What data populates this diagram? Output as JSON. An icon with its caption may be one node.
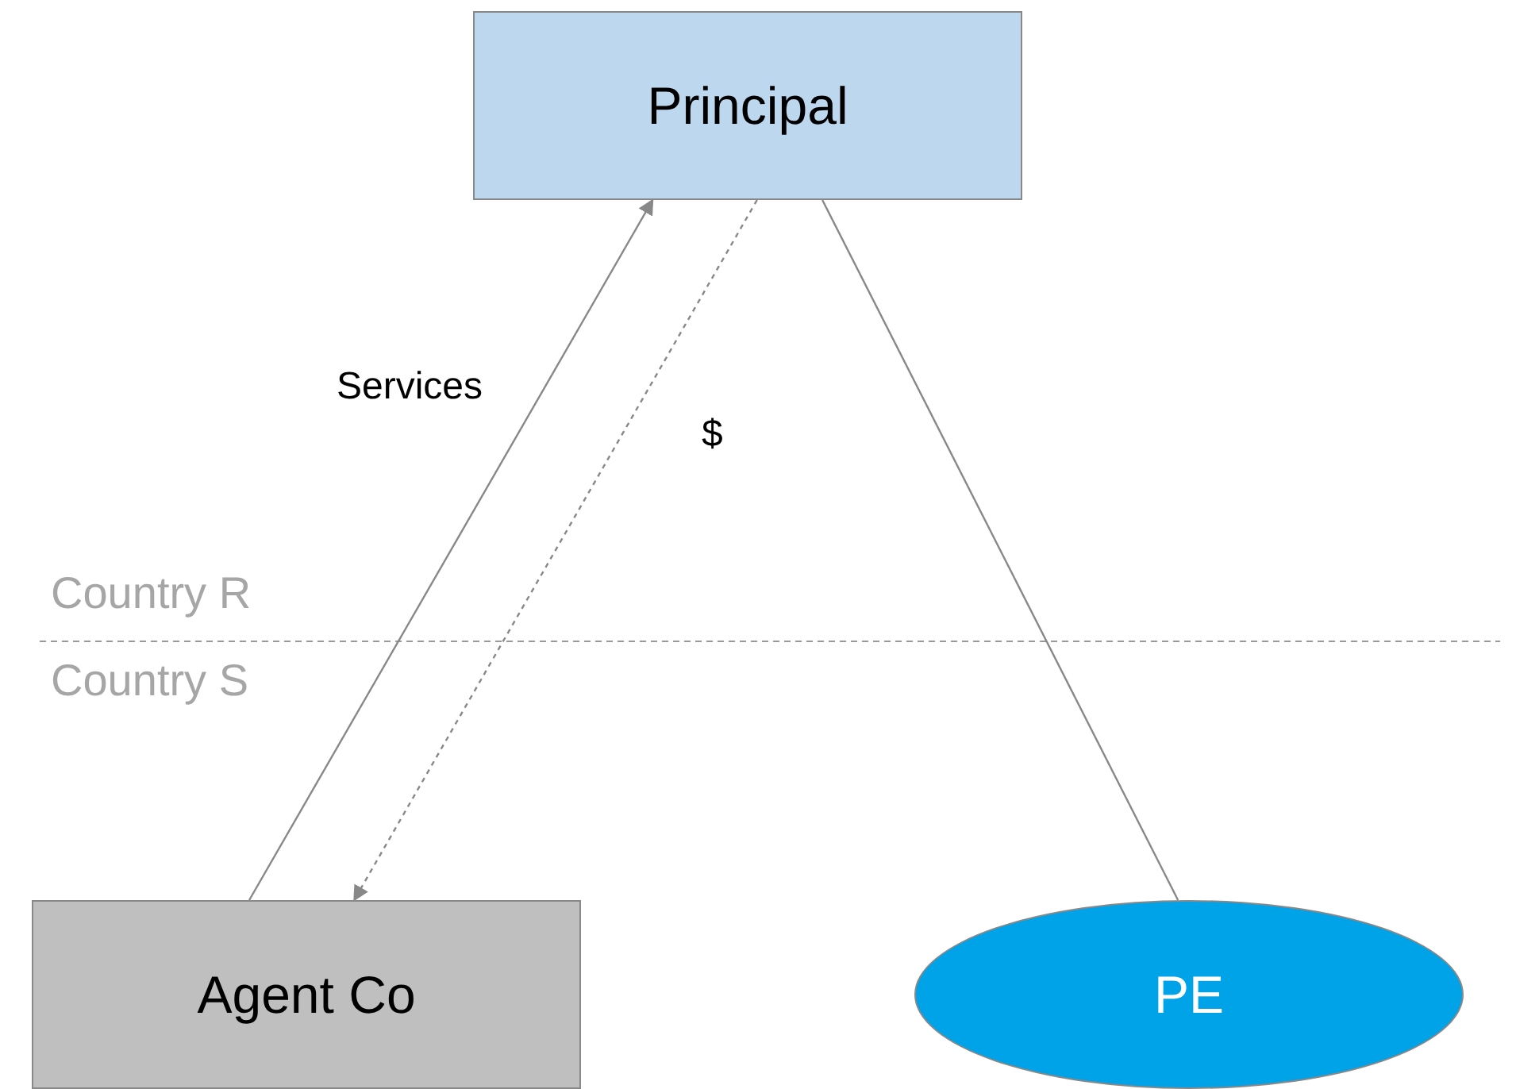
{
  "diagram": {
    "nodes": [
      {
        "text": [
          "Principal"
        ]
      },
      {
        "text": [
          "Agent Co"
        ]
      },
      {
        "text": [
          "PE"
        ]
      }
    ],
    "edges": [
      {
        "from": 1,
        "to": 0,
        "arrow": "to",
        "label": "Services"
      },
      {
        "from": 0,
        "to": 1,
        "arrow": "to",
        "label": "$",
        "style": "dashed"
      },
      {
        "from": 0,
        "to": 2,
        "arrow": "none"
      }
    ],
    "labels": [
      "Country R",
      "Country S"
    ]
  }
}
